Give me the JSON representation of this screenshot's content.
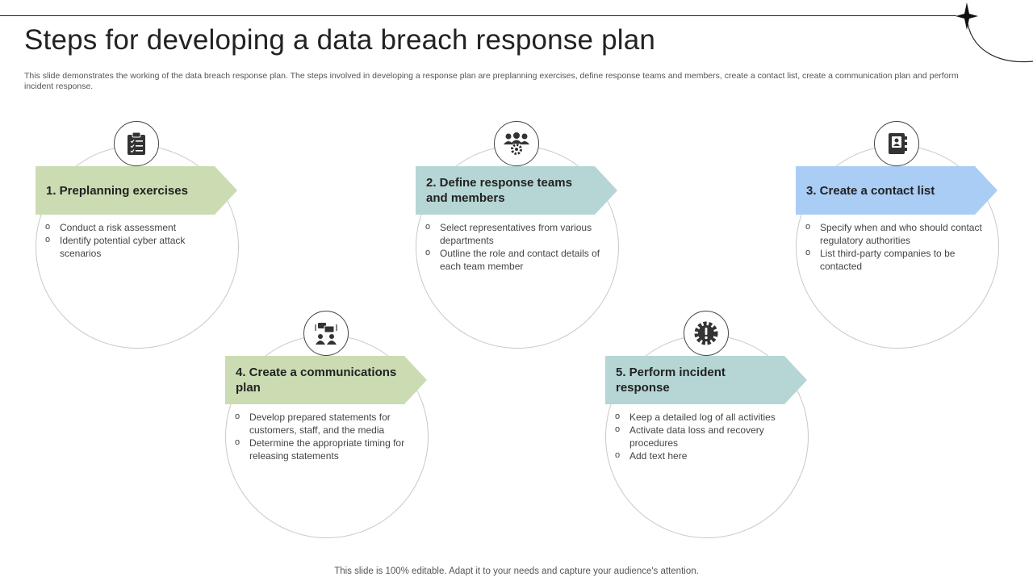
{
  "header": {
    "title": "Steps for developing a data breach response plan",
    "subtitle": "This slide demonstrates the working of the data breach response plan. The steps involved in developing a response plan are preplanning exercises, define response teams and members, create a contact list, create a communication plan and perform incident response."
  },
  "steps": [
    {
      "title": "1. Preplanning exercises",
      "icon": "clipboard-icon",
      "color": "#cbdcb3",
      "bullets": [
        "Conduct a risk assessment",
        "Identify potential cyber attack scenarios"
      ]
    },
    {
      "title": "2. Define response teams and members",
      "icon": "team-gear-icon",
      "color": "#b5d6d4",
      "bullets": [
        "Select representatives from various departments",
        "Outline the role and contact details of each team member"
      ]
    },
    {
      "title": "3. Create a contact list",
      "icon": "address-book-icon",
      "color": "#a9cdf5",
      "bullets": [
        "Specify when and who should contact regulatory authorities",
        "List third-party companies to be contacted"
      ]
    },
    {
      "title": "4. Create a communications plan",
      "icon": "people-chat-icon",
      "color": "#cbdcb3",
      "bullets": [
        "Develop prepared statements for customers, staff, and the media",
        "Determine the appropriate timing for releasing statements"
      ]
    },
    {
      "title": "5. Perform incident response",
      "icon": "alert-gear-icon",
      "color": "#b5d6d4",
      "bullets": [
        "Keep a detailed log of all activities",
        "Activate data loss and recovery procedures",
        "Add text here"
      ]
    }
  ],
  "footer": {
    "text": "This slide is 100% editable. Adapt it to your needs and capture your audience's attention."
  }
}
